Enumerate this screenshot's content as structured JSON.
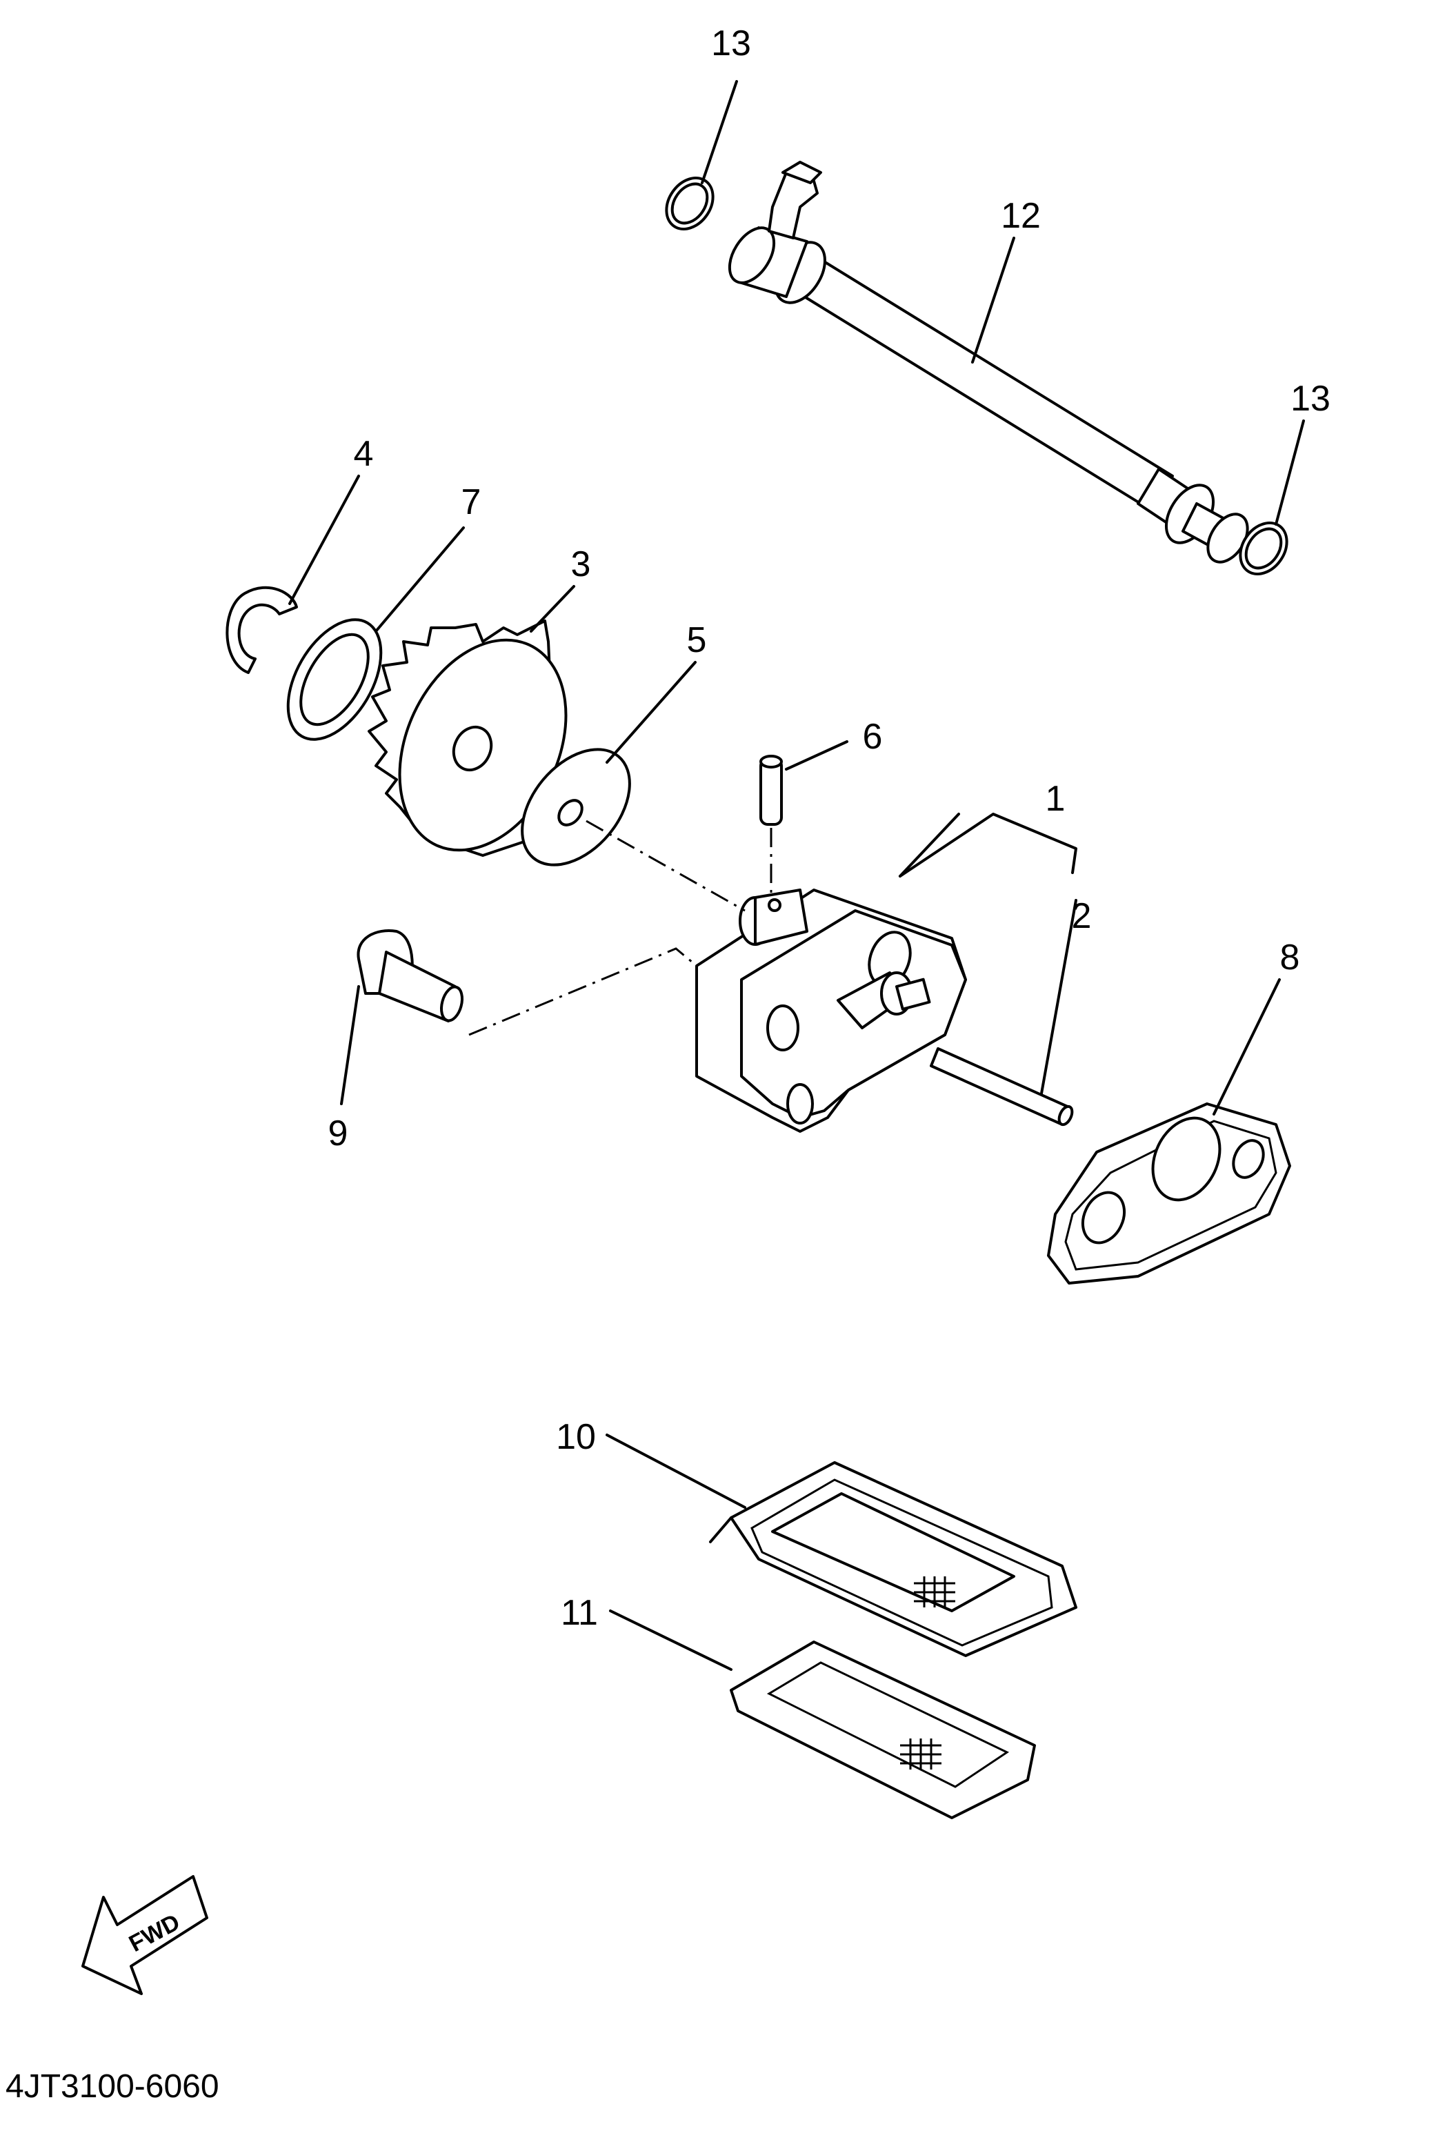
{
  "diagram": {
    "callouts": [
      {
        "id": "c1",
        "label": "1"
      },
      {
        "id": "c2",
        "label": "2"
      },
      {
        "id": "c3",
        "label": "3"
      },
      {
        "id": "c4",
        "label": "4"
      },
      {
        "id": "c5",
        "label": "5"
      },
      {
        "id": "c6",
        "label": "6"
      },
      {
        "id": "c7",
        "label": "7"
      },
      {
        "id": "c8",
        "label": "8"
      },
      {
        "id": "c9",
        "label": "9"
      },
      {
        "id": "c10",
        "label": "10"
      },
      {
        "id": "c11",
        "label": "11"
      },
      {
        "id": "c12",
        "label": "12"
      },
      {
        "id": "c13a",
        "label": "13"
      },
      {
        "id": "c13b",
        "label": "13"
      }
    ],
    "fwd_label": "FWD",
    "drawing_code": "4JT3100-6060"
  }
}
